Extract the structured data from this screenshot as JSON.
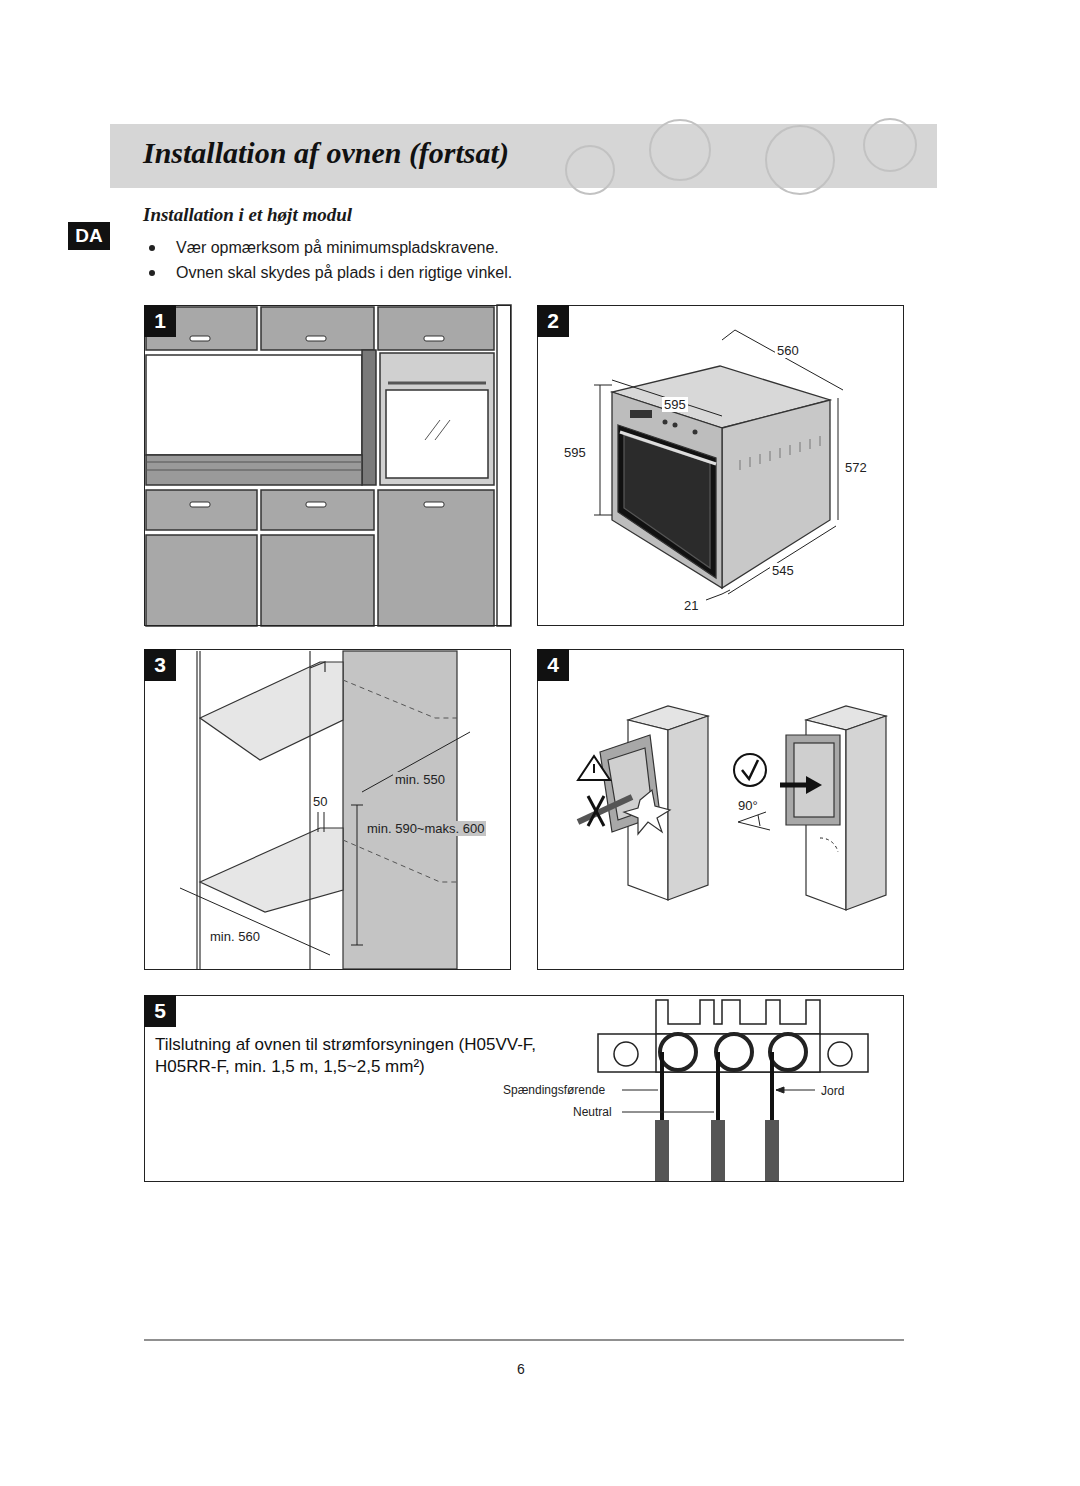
{
  "diagram": {
    "title": "Installation af ovnen (fortsat)",
    "nodes": [
      {
        "text": [
          "DA"
        ]
      },
      {
        "text": [
          "1"
        ]
      },
      {
        "text": [
          "2"
        ]
      },
      {
        "text": [
          "3"
        ]
      },
      {
        "text": [
          "4"
        ]
      },
      {
        "text": [
          "5",
          "Tilslutning af ovnen til strømforsyningen (H05VV-F, H05RR-F, min. 1,5 m, 1,5~2,5 mm²)"
        ]
      }
    ],
    "labels": [
      "Installation i et højt modul",
      "Vær opmærksom på minimumspladskravene.",
      "Ovnen skal skydes på plads i den rigtige vinkel.",
      "560",
      "595",
      "595",
      "572",
      "545",
      "21",
      "min. 550",
      "50",
      "min. 590~maks. 600",
      "min. 560",
      "90°",
      "Spændingsførende",
      "Neutral",
      "Jord",
      "6"
    ]
  }
}
